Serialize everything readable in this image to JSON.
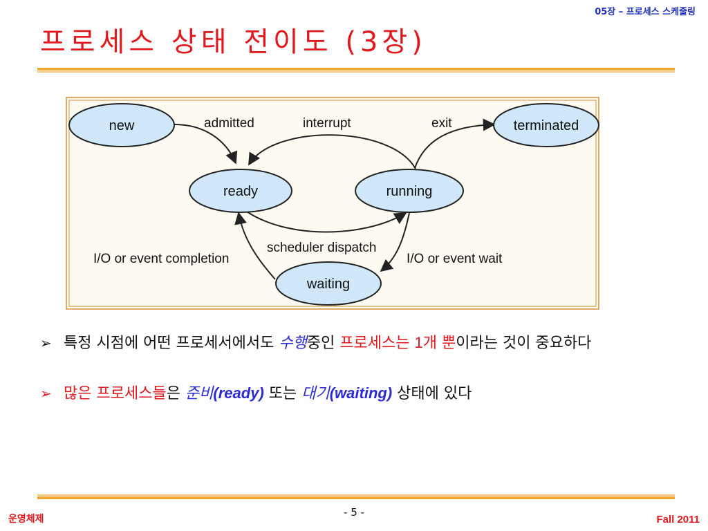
{
  "header": {
    "chapter_tag": "05장 – 프로세스 스케줄링"
  },
  "slide": {
    "title": "프로세스 상태 전이도 (3장)"
  },
  "diagram": {
    "states": {
      "new": "new",
      "ready": "ready",
      "running": "running",
      "waiting": "waiting",
      "terminated": "terminated"
    },
    "transitions": {
      "admitted": "admitted",
      "interrupt": "interrupt",
      "exit": "exit",
      "scheduler_dispatch": "scheduler dispatch",
      "io_event_completion": "I/O or event completion",
      "io_event_wait": "I/O or event wait"
    }
  },
  "bullets": {
    "b1": {
      "p1": "특정 시점에 어떤 프로세서에서도 ",
      "p2": "수행",
      "p3": "중인 ",
      "p4": "프로세스는 ",
      "p5": "1",
      "p6": "개 뿐",
      "p7": "이라는 것이 중요하다"
    },
    "b2": {
      "p1": "많은 프로세스들",
      "p2": "은 ",
      "p3": "준비",
      "p4": "(ready)",
      "p5": " 또는 ",
      "p6": "대기",
      "p7": "(waiting)",
      "p8": " 상태에 있다"
    }
  },
  "footer": {
    "left": "운영체제",
    "page": "- 5 -",
    "right": "Fall 2011"
  },
  "colors": {
    "title_red": "#e0191f",
    "accent_blue": "#2a2ad0",
    "rule_orange": "#f2a531",
    "state_fill": "#cfe7f8"
  }
}
